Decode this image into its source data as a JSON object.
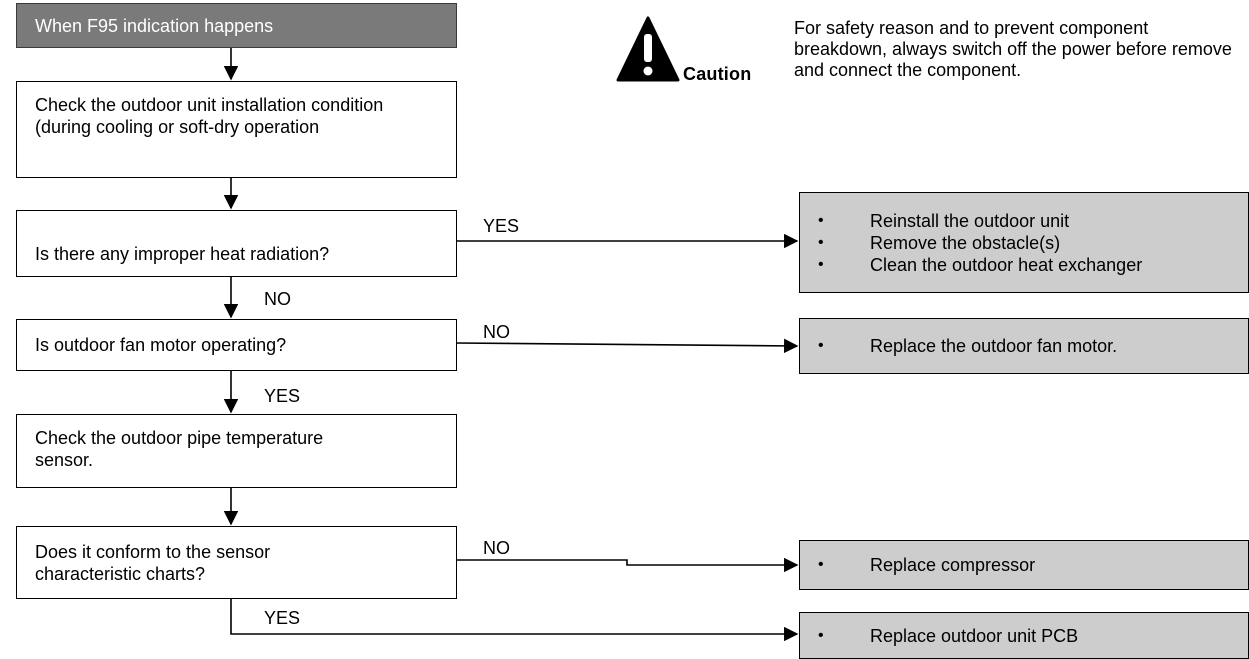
{
  "caution": {
    "icon": "warning-triangle-icon",
    "label": "Caution",
    "message": "For safety reason and to prevent component breakdown, always switch off the power before remove and connect the component."
  },
  "steps": {
    "start": "When F95 indication happens",
    "check_install": "Check the outdoor unit installation condition (during cooling or soft-dry operation",
    "heat_radiation": "Is there any improper heat radiation?",
    "fan_motor": "Is outdoor fan motor operating?",
    "check_sensor": "Check the outdoor pipe temperature sensor.",
    "conform": "Does it conform to the sensor characteristic charts?"
  },
  "edges": {
    "heat_yes": "YES",
    "heat_no": "NO",
    "fan_no": "NO",
    "fan_yes": "YES",
    "conform_no": "NO",
    "conform_yes": "YES"
  },
  "actions": {
    "heat": [
      "Reinstall the outdoor unit",
      "Remove the obstacle(s)",
      "Clean the outdoor heat exchanger"
    ],
    "fan": [
      "Replace the outdoor fan motor."
    ],
    "compressor": [
      "Replace compressor"
    ],
    "pcb": [
      "Replace outdoor unit PCB"
    ]
  },
  "bullet": "•"
}
